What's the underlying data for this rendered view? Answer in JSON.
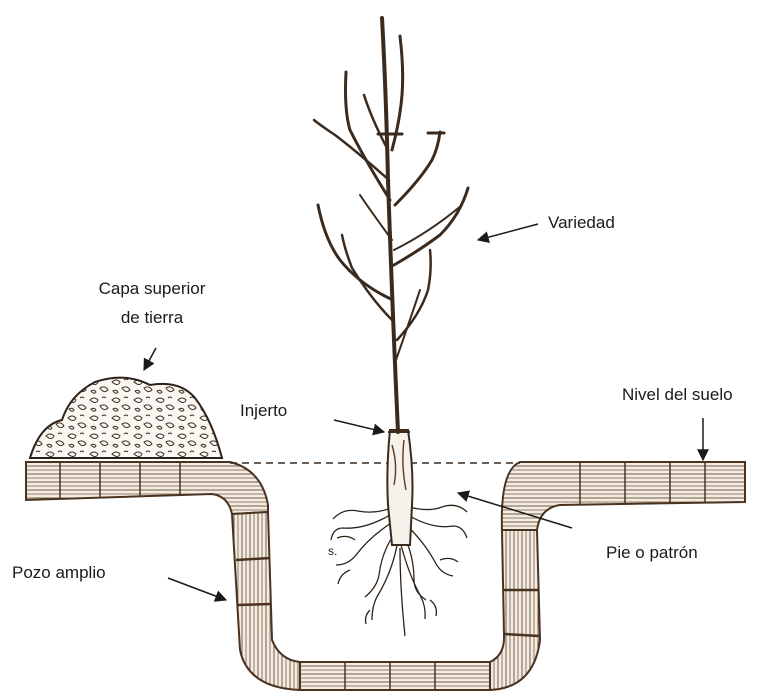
{
  "labels": {
    "variety": "Variedad",
    "topsoil_line1": "Capa superior",
    "topsoil_line2": "de tierra",
    "graft": "Injerto",
    "ground_level": "Nivel del suelo",
    "rootstock": "Pie o patrón",
    "wide_pit": "Pozo amplio",
    "root_mark": "s."
  },
  "colors": {
    "ink": "#1a1a1a",
    "bark": "#5a3a22",
    "soil": "#6b4a2e",
    "soil_light": "#efe6dc"
  }
}
